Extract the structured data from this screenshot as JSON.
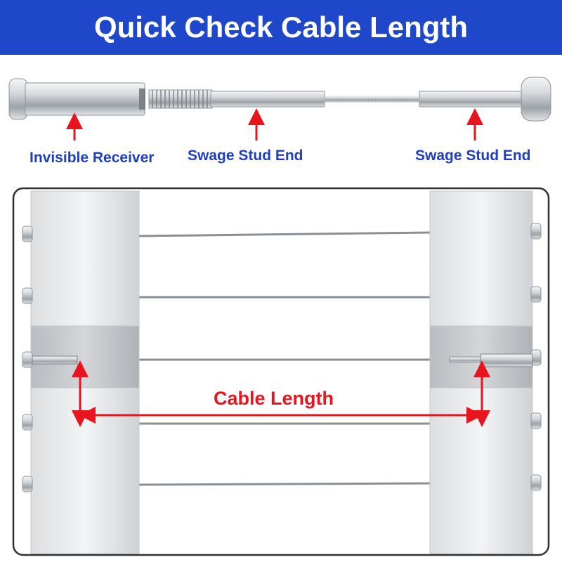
{
  "title": "Quick Check Cable Length",
  "labels": {
    "receiver": "Invisible Receiver",
    "stud_end_center": "Swage Stud End",
    "stud_end_right": "Swage Stud End",
    "cable_length": "Cable Length"
  },
  "colors": {
    "banner": "#1f47c9",
    "label_text": "#1f3fc2",
    "arrow": "#e8141e",
    "metal": "#c9cdd1"
  }
}
